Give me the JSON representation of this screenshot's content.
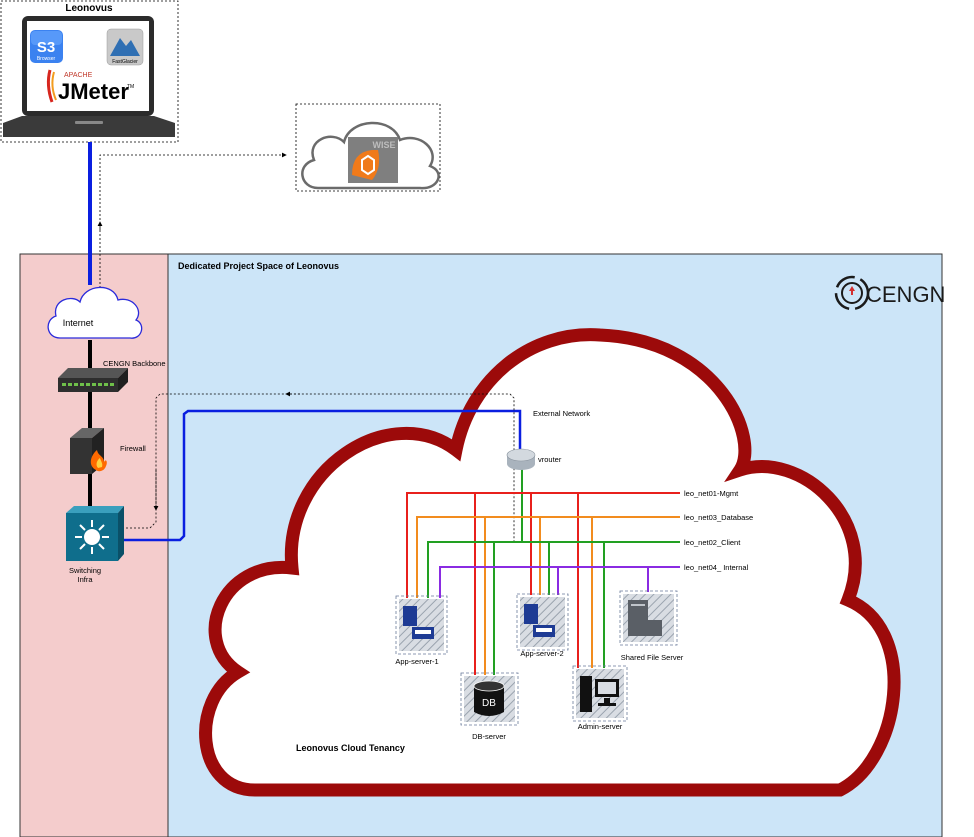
{
  "laptop": {
    "title": "Leonovus",
    "apps": {
      "s3": "S3",
      "s3_sub": "Browser",
      "fastglacier": "FastGlacier",
      "jmeter_apache": "APACHE",
      "jmeter": "JMeter",
      "jmeter_tm": "TM"
    }
  },
  "wise": {
    "logo_text": "WISE"
  },
  "project_space": {
    "title": "Dedicated Project Space of Leonovus",
    "brand": "CENGN"
  },
  "left_panel": {
    "internet": "Internet",
    "backbone": "CENGN Backbone",
    "firewall": "Firewall",
    "switching_line1": "Switching",
    "switching_line2": "Infra"
  },
  "tenancy": {
    "title": "Leonovus Cloud Tenancy",
    "external_network": "External Network",
    "vrouter": "vrouter",
    "networks": [
      {
        "name": "leo_net01-Mgmt",
        "color": "#e8201c"
      },
      {
        "name": "leo_net03_Database",
        "color": "#f28c1e"
      },
      {
        "name": "leo_net02_Client",
        "color": "#22a022"
      },
      {
        "name": "leo_net04_ Internal",
        "color": "#8a2be2"
      }
    ],
    "servers": {
      "app1": "App-server-1",
      "app2": "App-server-2",
      "db": "DB-server",
      "db_icon": "DB",
      "admin": "Admin-server",
      "file": "Shared File Server"
    }
  },
  "colors": {
    "left_panel_bg": "#f4cccc",
    "project_bg": "#cce5f8",
    "cloud_border": "#9c0a0a",
    "link_blue": "#0a1fe0"
  }
}
